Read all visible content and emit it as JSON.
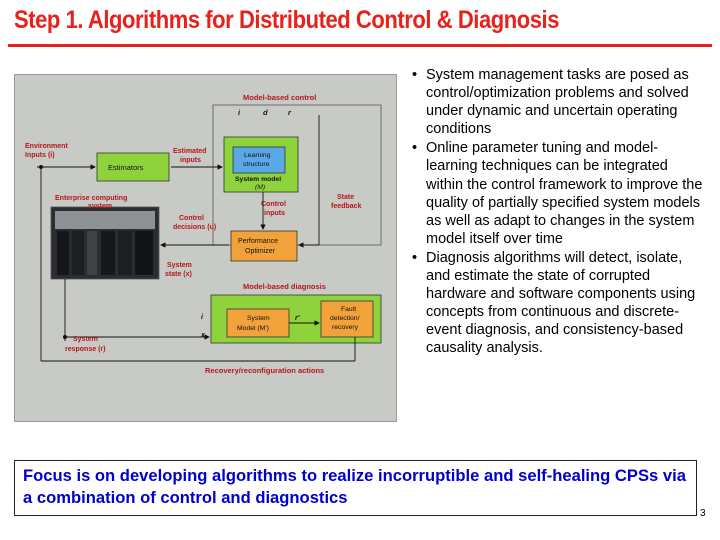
{
  "slide": {
    "title": "Step 1. Algorithms for Distributed Control & Diagnosis",
    "page_number": "3",
    "focus_text": "Focus is on developing algorithms to realize incorruptible and self-healing CPSs via a combination of control and diagnostics"
  },
  "bullets": [
    "System management tasks are posed as control/optimization problems and solved under dynamic and uncertain operating conditions",
    "Online parameter tuning and model-learning techniques can be integrated within the control framework to improve the quality of partially specified system models as well as adapt to changes in the system model itself over time",
    "Diagnosis algorithms will detect, isolate, and estimate the state of corrupted hardware and software components using concepts from continuous and discrete-event diagnosis, and consistency-based causality analysis."
  ],
  "bullet_char": "•",
  "diagram": {
    "model_based_control": "Model-based control",
    "signal_i": "i",
    "signal_d": "d",
    "signal_r": "r",
    "learning_structure_line1": "Learning",
    "learning_structure_line2": "structure",
    "system_model_line1": "System model",
    "system_model_line2": "(M)",
    "estimators": "Estimators",
    "environment_inputs_line1": "Environment",
    "environment_inputs_line2": "Inputs (i)",
    "estimated_inputs_line1": "Estimated",
    "estimated_inputs_line2": "inputs",
    "enterprise_line1": "Enterprise computing",
    "enterprise_line2": "system",
    "control_inputs_line1": "Control",
    "control_inputs_line2": "inputs",
    "state_feedback_line1": "State",
    "state_feedback_line2": "feedback",
    "control_decisions_line1": "Control",
    "control_decisions_line2": "decisions (u)",
    "performance_optimizer_line1": "Performance",
    "performance_optimizer_line2": "Optimizer",
    "system_state_line1": "System",
    "system_state_line2": "state (x)",
    "model_based_diagnosis": "Model-based diagnosis",
    "diag_i": "i",
    "diag_x": "x",
    "diag_r_prime": "r'",
    "system_model_prime_line1": "System",
    "system_model_prime_line2": "Model (M')",
    "fault_line1": "Fault",
    "fault_line2": "detection/",
    "fault_line3": "recovery",
    "system_response_line1": "System",
    "system_response_line2": "response (r)",
    "recovery_actions": "Recovery/reconfiguration actions"
  },
  "colors": {
    "title": "#e8211b",
    "focus_text": "#0000cc",
    "diagram_red_labels": "#b5161b",
    "green_box": "#8fd33c",
    "orange_box": "#f2a23a",
    "blue_box": "#5aa9e6"
  }
}
